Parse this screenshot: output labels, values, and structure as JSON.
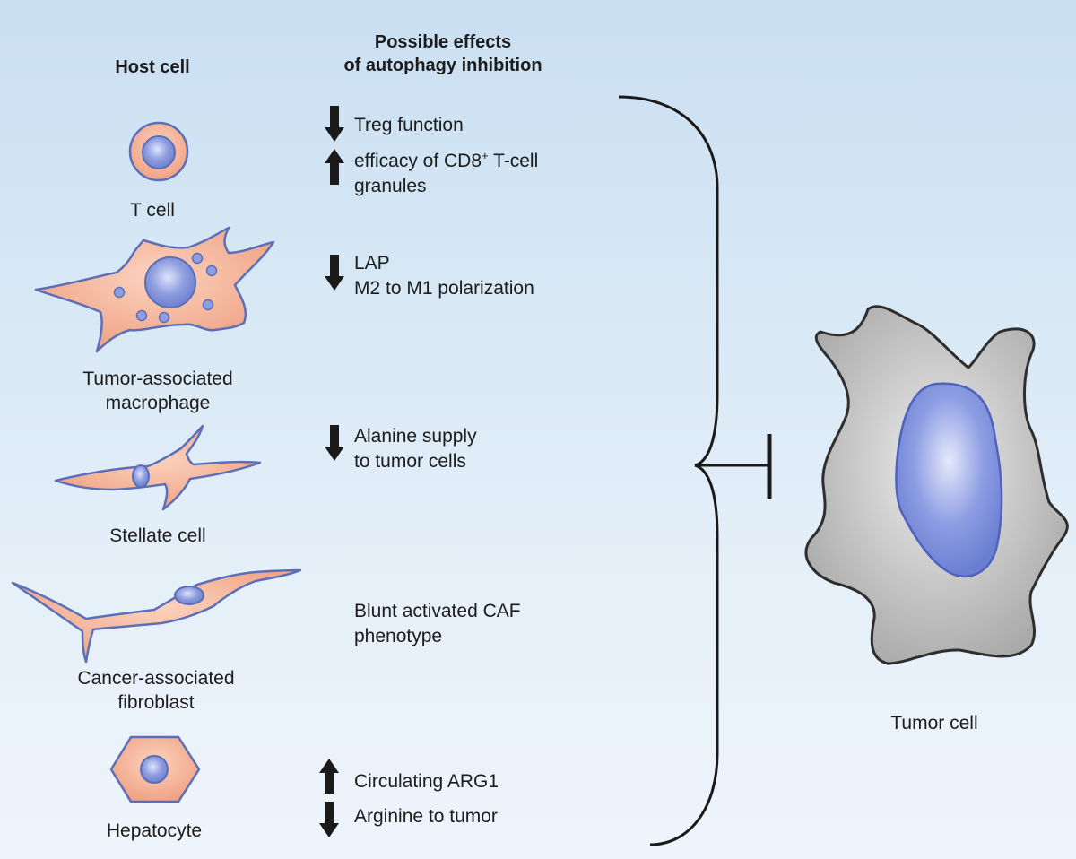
{
  "headers": {
    "host_cell": "Host cell",
    "effects_line1": "Possible effects",
    "effects_line2": "of autophagy inhibition"
  },
  "cells": {
    "t_cell": "T cell",
    "macrophage_line1": "Tumor-associated",
    "macrophage_line2": "macrophage",
    "stellate": "Stellate cell",
    "caf_line1": "Cancer-associated",
    "caf_line2": "fibroblast",
    "hepatocyte": "Hepatocyte",
    "tumor": "Tumor cell"
  },
  "effects": {
    "t_cell_1": "Treg function",
    "t_cell_2_pre": "efficacy of CD8",
    "t_cell_2_sup": "+",
    "t_cell_2_post": " T-cell",
    "t_cell_2_line2": "granules",
    "macrophage_1": "LAP",
    "macrophage_2": "M2 to M1 polarization",
    "stellate_1": "Alanine supply",
    "stellate_2": "to tumor cells",
    "caf_1": "Blunt activated CAF",
    "caf_2": "phenotype",
    "hepatocyte_1": "Circulating ARG1",
    "hepatocyte_2": "Arginine to tumor"
  },
  "colors": {
    "host_cell_fill": "#f2a98c",
    "host_cell_outline": "#5b6fb8",
    "nucleus": "#7f8fd6",
    "tumor_cell_fill": "#b8b8b8",
    "tumor_nucleus": "#6b7fd2",
    "arrow": "#1a1a1a"
  },
  "icons": {
    "down_arrow": "down-arrow-icon",
    "up_arrow": "up-arrow-icon",
    "inhibition": "inhibition-bracket-icon"
  }
}
